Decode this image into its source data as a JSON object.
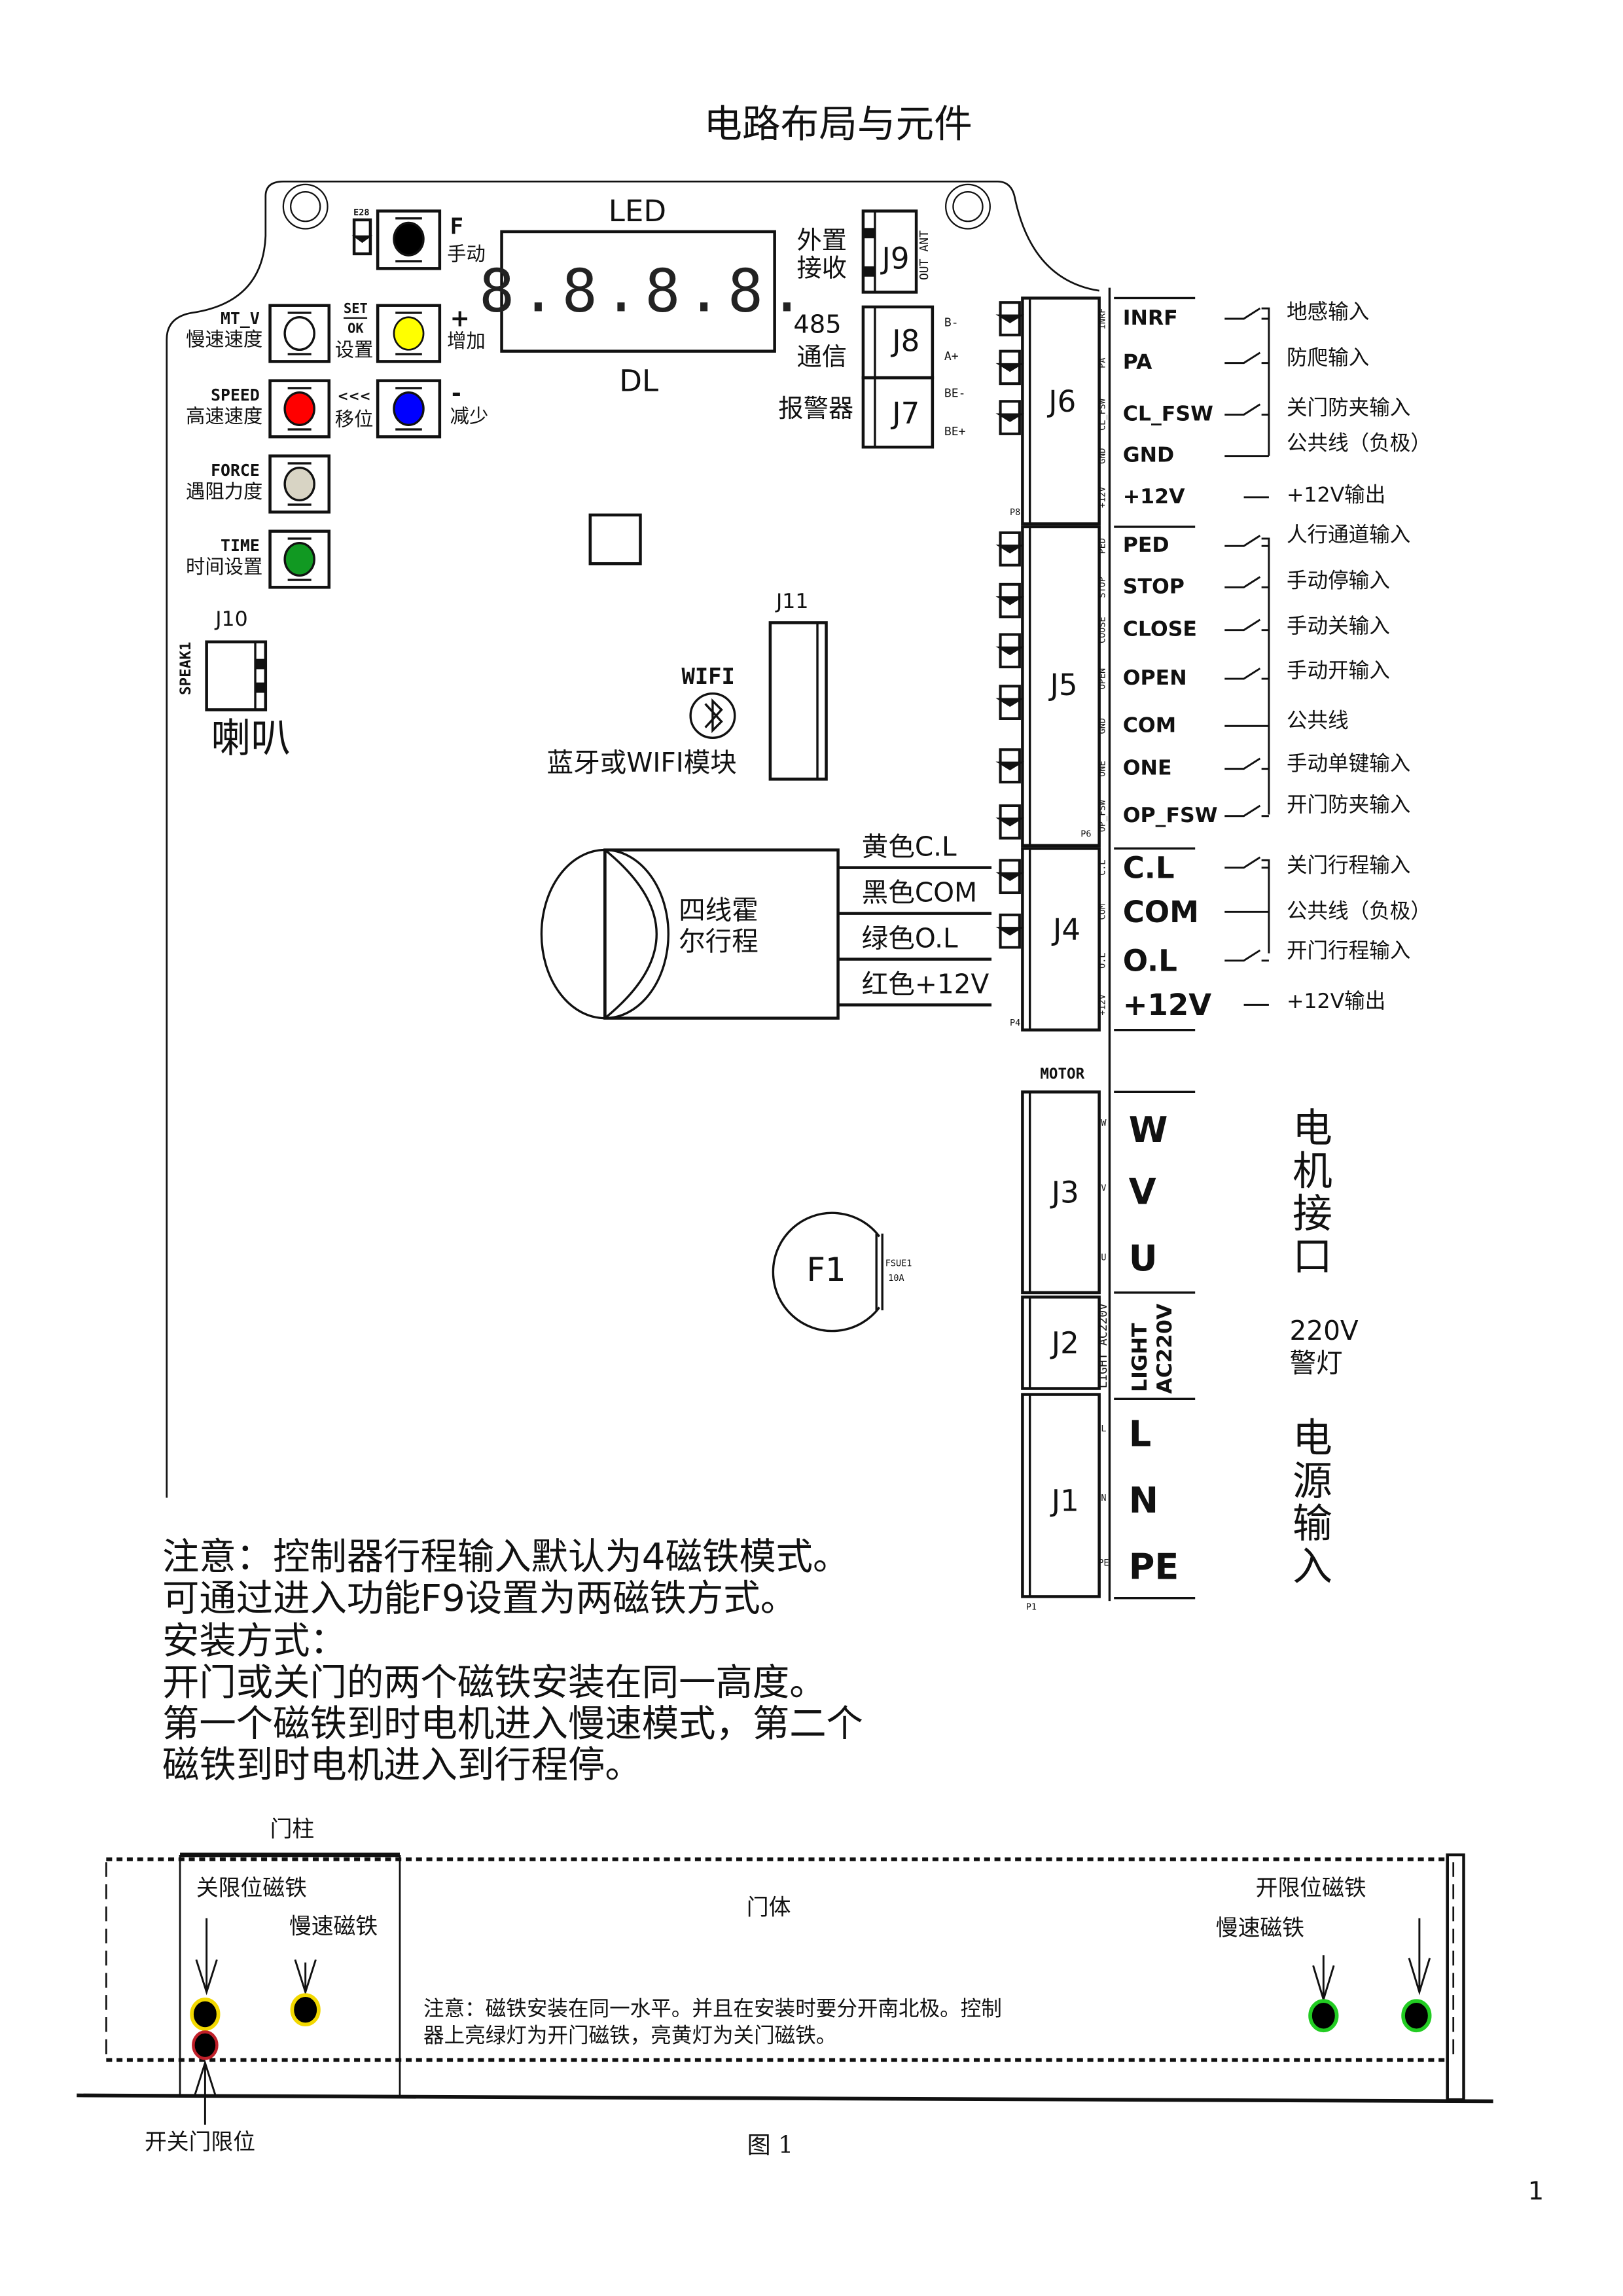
{
  "title": "电路布局与元件",
  "board": {
    "e28_label": "E28",
    "buttons": {
      "f": {
        "code": "F",
        "label": "手动"
      },
      "mt_v": {
        "code": "MT_V",
        "label": "慢速速度"
      },
      "set_ok": {
        "code_top": "SET",
        "code_bottom": "OK",
        "label": "设置"
      },
      "plus": {
        "code": "+",
        "label": "增加"
      },
      "speed": {
        "code": "SPEED",
        "label": "高速速度"
      },
      "shift": {
        "code": "<<<",
        "label": "移位"
      },
      "minus": {
        "code": "-",
        "label": "减少"
      },
      "force": {
        "code": "FORCE",
        "label": "遇阻力度"
      },
      "time": {
        "code": "TIME",
        "label": "时间设置"
      }
    },
    "button_colors": {
      "f": "#000000",
      "set_ok": "#ffff00",
      "speed": "#ff0000",
      "minus": "#0000ff",
      "force": "#d8d4c4",
      "time": "#119922"
    },
    "led": {
      "label": "LED",
      "digits": [
        "8.",
        "8.",
        "8.",
        "8."
      ],
      "bottom_label": "DL"
    },
    "j9": {
      "id": "J9",
      "label1": "外置",
      "label2": "接收",
      "pins": "OUT ANT"
    },
    "j8": {
      "id": "J8",
      "label1": "485",
      "label2": "通信",
      "pins": [
        "B-",
        "A+"
      ]
    },
    "j7": {
      "id": "J7",
      "label": "报警器",
      "pins": [
        "BE-",
        "BE+"
      ]
    },
    "j10": {
      "id": "J10",
      "pin_label": "SPEAK1",
      "label": "喇叭"
    },
    "j11": {
      "id": "J11",
      "wifi": "WIFI",
      "label": "蓝牙或WIFI模块"
    },
    "hall": {
      "label1": "四线霍",
      "label2": "尔行程",
      "wires": [
        "黄色C.L",
        "黑色COM",
        "绿色O.L",
        "红色+12V"
      ]
    },
    "fuse": {
      "id": "F1",
      "part": "FSUE1",
      "rating": "10A"
    },
    "terminals": {
      "j6": {
        "id": "J6",
        "ref": "P8"
      },
      "j5": {
        "id": "J5",
        "ref": "P6"
      },
      "j4": {
        "id": "J4",
        "ref": "P4"
      },
      "rows": [
        {
          "pin": "INRF",
          "signal": "INRF",
          "desc": "地感输入"
        },
        {
          "pin": "PA",
          "signal": "PA",
          "desc": "防爬输入"
        },
        {
          "pin": "CL_FSW",
          "signal": "CL_FSW",
          "desc": "关门防夹输入"
        },
        {
          "pin": "GND",
          "signal": "GND",
          "desc": "公共线（负极）"
        },
        {
          "pin": "+12V",
          "signal": "+12V",
          "desc": "+12V输出"
        },
        {
          "pin": "PED",
          "signal": "PED",
          "desc": "人行通道输入"
        },
        {
          "pin": "STOP",
          "signal": "STOP",
          "desc": "手动停输入"
        },
        {
          "pin": "COOSE",
          "signal": "CLOSE",
          "desc": "手动关输入"
        },
        {
          "pin": "OPEN",
          "signal": "OPEN",
          "desc": "手动开输入"
        },
        {
          "pin": "GND",
          "signal": "COM",
          "desc": "公共线"
        },
        {
          "pin": "ONE",
          "signal": "ONE",
          "desc": "手动单键输入"
        },
        {
          "pin": "OP_FSW",
          "signal": "OP_FSW",
          "desc": "开门防夹输入"
        },
        {
          "pin": "C.L",
          "signal": "C.L",
          "desc": "关门行程输入"
        },
        {
          "pin": "COM",
          "signal": "COM",
          "desc": "公共线（负极）"
        },
        {
          "pin": "O.L",
          "signal": "O.L",
          "desc": "开门行程输入"
        },
        {
          "pin": "+12V",
          "signal": "+12V",
          "desc": "+12V输出"
        }
      ]
    },
    "motor": {
      "header": "MOTOR",
      "j3": {
        "id": "J3",
        "pins": [
          "W",
          "V",
          "U"
        ],
        "signals": [
          "W",
          "V",
          "U"
        ],
        "desc": "电机接口"
      },
      "j2": {
        "id": "J2",
        "pin": "LIGHT AC220V",
        "signal1": "LIGHT",
        "signal2": "AC220V",
        "desc1": "220V",
        "desc2": "警灯"
      },
      "j1": {
        "id": "J1",
        "ref": "P1",
        "pins": [
          "L",
          "N",
          "PE"
        ],
        "signals": [
          "L",
          "N",
          "PE"
        ],
        "desc": "电源输入"
      }
    }
  },
  "notes": [
    "注意：控制器行程输入默认为4磁铁模式。",
    "可通过进入功能F9设置为两磁铁方式。",
    "安装方式：",
    "开门或关门的两个磁铁安装在同一高度。",
    "第一个磁铁到时电机进入慢速模式，第二个",
    "磁铁到时电机进入到行程停。"
  ],
  "gate": {
    "post": "门柱",
    "body": "门体",
    "close_limit": "关限位磁铁",
    "slow_left": "慢速磁铁",
    "open_limit": "开限位磁铁",
    "slow_right": "慢速磁铁",
    "limit_label": "开关门限位",
    "note1": "注意：磁铁安装在同一水平。并且在安装时要分开南北极。控制",
    "note2": "器上亮绿灯为开门磁铁，亮黄灯为关门磁铁。",
    "magnet_colors": {
      "yellow": "#f2d800",
      "red": "#c0202a",
      "green": "#22cc22"
    }
  },
  "figure_caption": "图 1",
  "page_number": "1"
}
